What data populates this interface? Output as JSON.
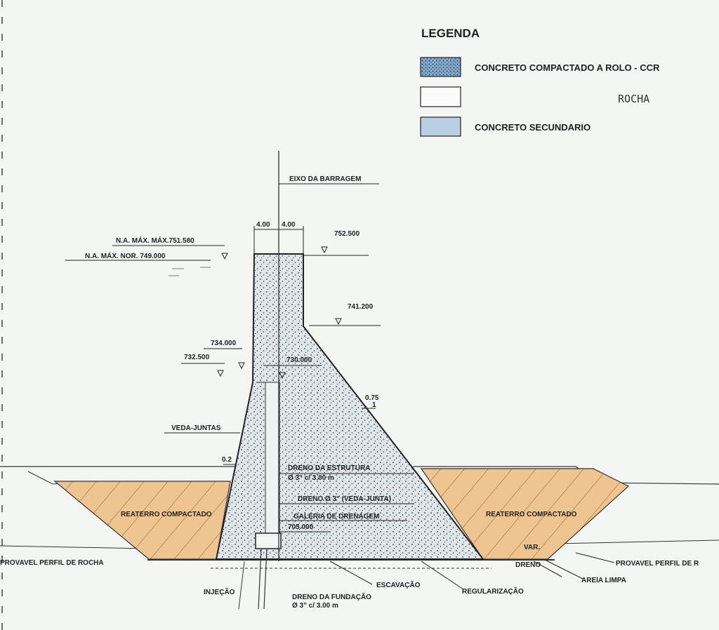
{
  "legend": {
    "title": "LEGENDA",
    "items": [
      {
        "label": "CONCRETO COMPACTADO A ROLO - CCR",
        "swatch": "ccr"
      },
      {
        "label": "",
        "swatch": "rock"
      },
      {
        "label": "CONCRETO SECUNDARIO",
        "swatch": "secondary"
      }
    ],
    "handwritten_note": "ROCHA"
  },
  "labels": {
    "axis": "EIXO DA BARRAGEM",
    "crest_width_left": "4.00",
    "crest_width_right": "4.00",
    "el_crest": "752.500",
    "na_max_max": "N.A. MÁX. MÁX.751.580",
    "na_max_nor": "N.A. MÁX. NOR. 749.000",
    "el_741": "741.200",
    "el_734": "734.000",
    "el_732": "732.500",
    "el_730": "730.000",
    "slope_downstream_v": "0.75",
    "slope_downstream_h": "1",
    "slope_upstream": "0.2",
    "veda_juntas": "VEDA-JUNTAS",
    "dreno_estrutura_1": "DRENO DA ESTRUTURA",
    "dreno_estrutura_2": "Ø 3\" c/ 3.00 m",
    "dreno_veda_junta": "DRENO Ø 3\" (VEDA-JUNTA)",
    "galeria": "GALERIA DE DRENAGEM",
    "el_705": "705.000",
    "reaterro_left": "REATERRO COMPACTADO",
    "reaterro_right": "REATERRO COMPACTADO",
    "perfil_left": "PROVAVEL PERFIL DE ROCHA",
    "perfil_right": "PROVAVEL PERFIL DE R",
    "escavacao": "ESCAVAÇÃO",
    "regularizacao": "REGULARIZAÇÃO",
    "injecao": "INJEÇÃO",
    "dreno_fundacao_1": "DRENO DA FUNDAÇÃO",
    "dreno_fundacao_2": "Ø 3\" c/ 3.00 m",
    "var": "VAR.",
    "dreno": "DRENO",
    "areia_limpa": "AREIA LIMPA"
  },
  "colors": {
    "background": "#f4f6f4",
    "concrete_fill": "#dfe6e9",
    "concrete_dots": "#2b3140",
    "ccr_swatch": "#7fa8c9",
    "secondary_swatch": "#b9d0e3",
    "backfill": "#eec591",
    "backfill_hatch": "#9c6a35",
    "ink": "#1e1e24"
  }
}
